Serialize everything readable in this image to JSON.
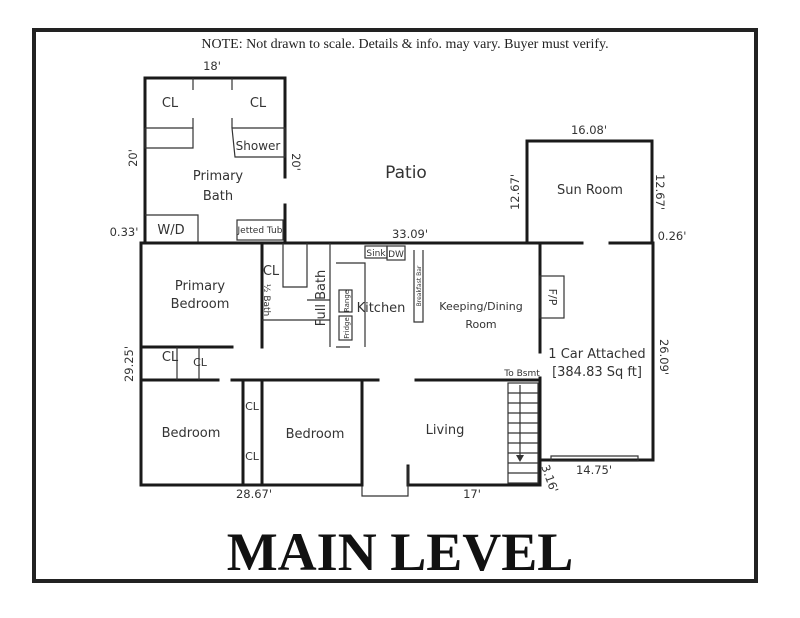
{
  "note": "NOTE: Not drawn to scale. Details & info. may vary. Buyer must verify.",
  "title": "MAIN LEVEL",
  "rooms": {
    "closet": "CL",
    "shower": "Shower",
    "primary_bath_1": "Primary",
    "primary_bath_2": "Bath",
    "wd": "W/D",
    "jetted_tub": "Jetted Tub",
    "patio": "Patio",
    "sun_room": "Sun Room",
    "primary_bedroom_1": "Primary",
    "primary_bedroom_2": "Bedroom",
    "half_bath": "½ Bath",
    "full_bath": "Full Bath",
    "sink": "Sink",
    "dw": "DW",
    "range": "Range",
    "fridge": "Fridge",
    "kitchen": "Kitchen",
    "breakfast_bar": "Breakfast Bar",
    "keeping_1": "Keeping/Dining",
    "keeping_2": "Room",
    "fp": "F/P",
    "garage_1": "1 Car Attached",
    "garage_2": "[384.83 Sq ft]",
    "to_bsmt": "To Bsmt",
    "bedroom": "Bedroom",
    "living": "Living"
  },
  "dimensions": {
    "bath_width": "18'",
    "bath_left": "20'",
    "bath_right": "20'",
    "offset_left": "0.33'",
    "house_top": "33.09'",
    "sun_width": "16.08'",
    "sun_left": "12.67'",
    "sun_right": "12.67'",
    "offset_right": "0.26'",
    "garage_depth": "26.09'",
    "house_left": "29.25'",
    "house_bottom_left": "28.67'",
    "house_bottom_right": "17'",
    "garage_width": "14.75'",
    "step": "3.16'"
  }
}
